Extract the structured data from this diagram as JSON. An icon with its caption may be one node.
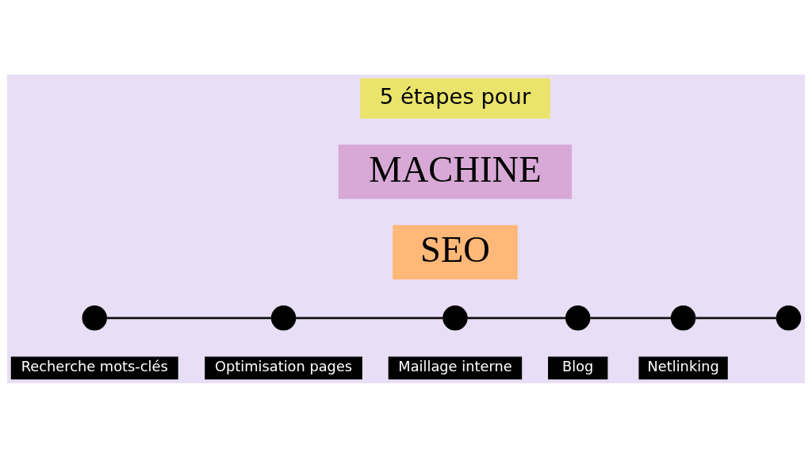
{
  "diagram": {
    "nodes": [
      {
        "text": [
          "5 étapes pour"
        ]
      },
      {
        "text": [
          "MACHINE"
        ]
      },
      {
        "text": [
          "SEO"
        ]
      },
      {
        "text": [],
        "shape": "circle",
        "beside": [
          "Recherche mots-clés"
        ]
      },
      {
        "text": [],
        "shape": "circle",
        "beside": [
          "Optimisation pages"
        ]
      },
      {
        "text": [],
        "shape": "circle",
        "beside": [
          "Maillage interne"
        ]
      },
      {
        "text": [],
        "shape": "circle",
        "beside": [
          "Blog"
        ]
      },
      {
        "text": [],
        "shape": "circle",
        "beside": [
          "Netlinking"
        ]
      },
      {
        "text": [],
        "shape": "circle"
      }
    ],
    "edges": [
      {
        "from": 3,
        "to": 4,
        "arrow": "none"
      },
      {
        "from": 4,
        "to": 5,
        "arrow": "none"
      },
      {
        "from": 5,
        "to": 6,
        "arrow": "none"
      },
      {
        "from": 6,
        "to": 7,
        "arrow": "none"
      },
      {
        "from": 7,
        "to": 8,
        "arrow": "none"
      }
    ]
  }
}
